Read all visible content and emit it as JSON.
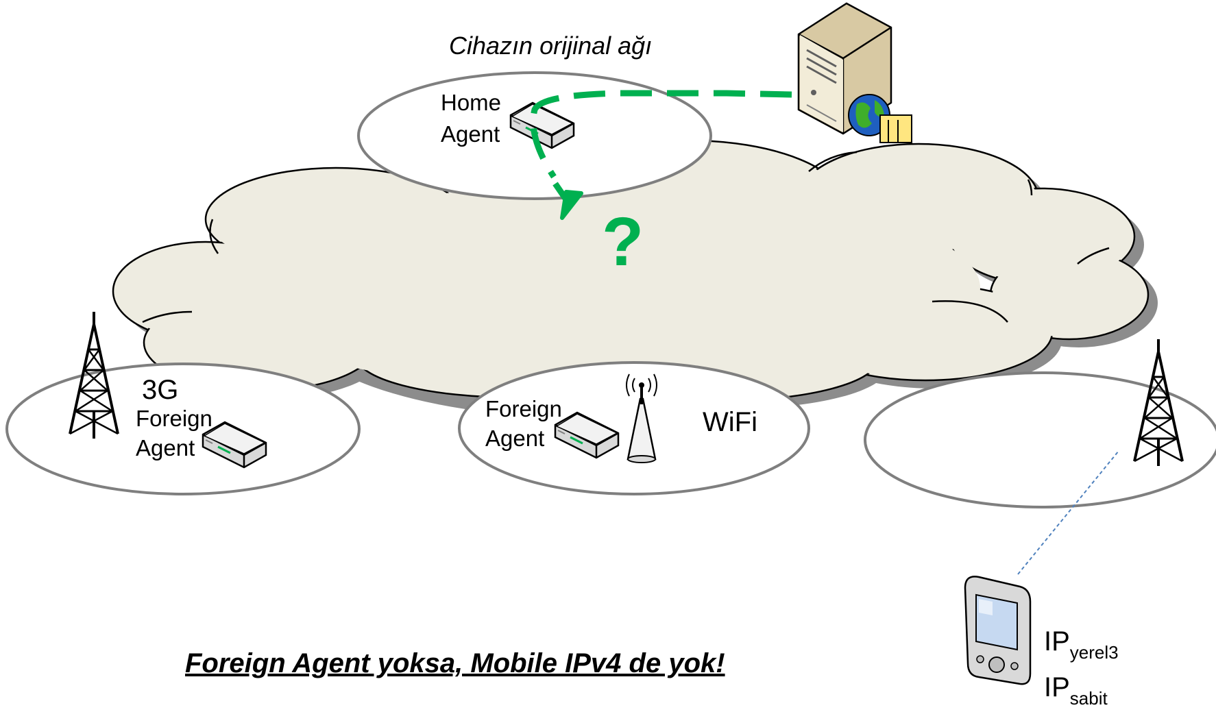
{
  "labels": {
    "home_network_caption": "Cihazın orijinal ağı",
    "home_agent": [
      "Home",
      "Agent"
    ],
    "network_3g": "3G",
    "foreign_agent_left": [
      "Foreign",
      "Agent"
    ],
    "foreign_agent_middle": [
      "Foreign",
      "Agent"
    ],
    "network_wifi": "WiFi",
    "question_mark": "?",
    "ip_local_base": "IP",
    "ip_local_sub": "yerel3",
    "ip_fixed_base": "IP",
    "ip_fixed_sub": "sabit",
    "bottom_caption": "Foreign Agent yoksa, Mobile IPv4 de yok!"
  },
  "colors": {
    "cloud_fill": "#eeece1",
    "cloud_shadow": "#8c8c8c",
    "dashed_path": "#00b050",
    "question": "#00b050",
    "ellipse_stroke": "#7f7f7f",
    "link_line": "#4f81bd"
  },
  "icons": [
    "server-icon",
    "globe-icon",
    "router-icon",
    "antenna-icon",
    "cell-tower-icon",
    "pda-icon"
  ]
}
